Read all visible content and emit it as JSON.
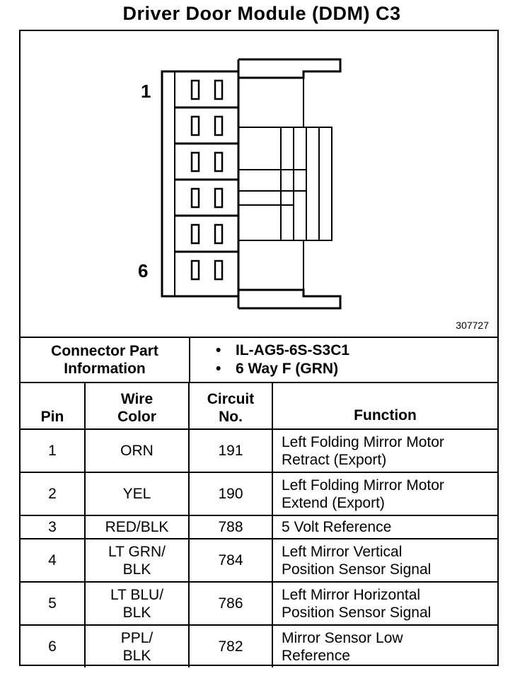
{
  "title": "Driver Door Module (DDM) C3",
  "diagram": {
    "pin_label_first": "1",
    "pin_label_last": "6",
    "drawing_number": "307727",
    "cavities": 6
  },
  "connector_info": {
    "label_line1": "Connector Part",
    "label_line2": "Information",
    "bullet": "•",
    "part_number": "IL-AG5-6S-S3C1",
    "description": "6 Way F (GRN)"
  },
  "table": {
    "headers": {
      "pin": "Pin",
      "wire_color_line1": "Wire",
      "wire_color_line2": "Color",
      "circuit_line1": "Circuit",
      "circuit_line2": "No.",
      "function": "Function"
    },
    "rows": [
      {
        "pin": "1",
        "color_line1": "ORN",
        "color_line2": "",
        "circuit": "191",
        "function_line1": "Left Folding Mirror Motor",
        "function_line2": "Retract (Export)"
      },
      {
        "pin": "2",
        "color_line1": "YEL",
        "color_line2": "",
        "circuit": "190",
        "function_line1": "Left Folding Mirror Motor",
        "function_line2": "Extend (Export)"
      },
      {
        "pin": "3",
        "color_line1": "RED/BLK",
        "color_line2": "",
        "circuit": "788",
        "function_line1": "5 Volt Reference",
        "function_line2": ""
      },
      {
        "pin": "4",
        "color_line1": "LT GRN/",
        "color_line2": "BLK",
        "circuit": "784",
        "function_line1": "Left Mirror Vertical",
        "function_line2": "Position Sensor Signal"
      },
      {
        "pin": "5",
        "color_line1": "LT BLU/",
        "color_line2": "BLK",
        "circuit": "786",
        "function_line1": "Left Mirror Horizontal",
        "function_line2": "Position Sensor Signal"
      },
      {
        "pin": "6",
        "color_line1": "PPL/",
        "color_line2": "BLK",
        "circuit": "782",
        "function_line1": "Mirror Sensor Low",
        "function_line2": "Reference"
      }
    ]
  }
}
